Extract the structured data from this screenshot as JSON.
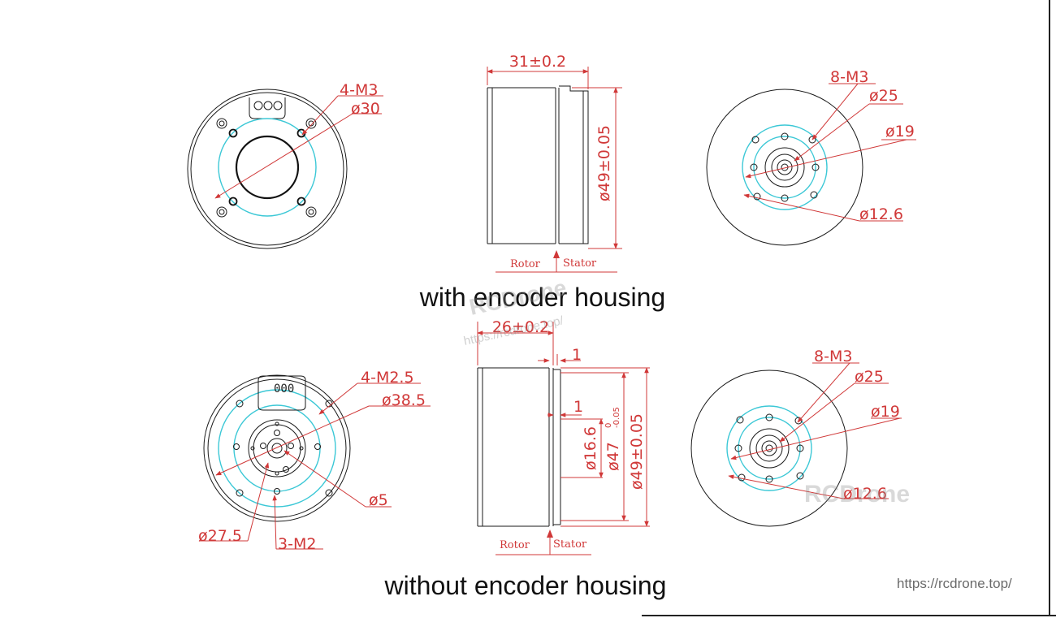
{
  "sections": [
    {
      "caption": "with  encoder housing",
      "front": {
        "hole_spec": "4-M3",
        "diameter": "ø30"
      },
      "side": {
        "length": "31±0.2",
        "diameter": "ø49±0.05",
        "rotor_label": "Rotor",
        "stator_label": "Stator"
      },
      "back": {
        "hole_spec": "8-M3",
        "d1": "ø25",
        "d2": "ø19",
        "d3": "ø12.6"
      }
    },
    {
      "caption": "without  encoder housing",
      "front": {
        "hole_spec": "4-M2.5",
        "d1": "ø38.5",
        "d2": "ø5",
        "d3": "ø27.5",
        "hole_spec2": "3-M2"
      },
      "side": {
        "length": "26±0.2",
        "gap1": "1",
        "gap2": "1",
        "d_inner": "ø16.6",
        "d_mid": "ø47",
        "d_mid_tol": "-0.05",
        "d_mid_tol2": "0",
        "d_outer": "ø49±0.05",
        "rotor_label": "Rotor",
        "stator_label": "Stator"
      },
      "back": {
        "hole_spec": "8-M3",
        "d1": "ø25",
        "d2": "ø19",
        "d3": "ø12.6"
      }
    }
  ],
  "watermark": {
    "brand": "RCDrone",
    "url": "https://rcdrone.top/"
  },
  "footer_url": "https://rcdrone.top/"
}
